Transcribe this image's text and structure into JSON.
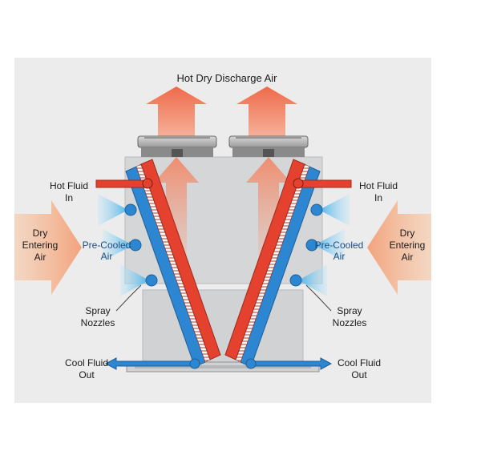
{
  "labels": {
    "top": "Hot Dry Discharge Air",
    "hot_fluid_in_line1": "Hot Fluid",
    "hot_fluid_in_line2": "In",
    "dry_entering_line1": "Dry",
    "dry_entering_line2": "Entering",
    "dry_entering_line3": "Air",
    "pre_cooled_line1": "Pre-Cooled",
    "pre_cooled_line2": "Air",
    "spray_line1": "Spray",
    "spray_line2": "Nozzles",
    "cool_fluid_out_line1": "Cool Fluid",
    "cool_fluid_out_line2": "Out"
  },
  "colors": {
    "panel_bg": "#ececec",
    "hot_fluid": "#e4412f",
    "cool_fluid": "#2c86d1",
    "hot_air_arrow": "#ee7755",
    "casing": "#d2d4d5",
    "spray": "#4ab2e8"
  }
}
